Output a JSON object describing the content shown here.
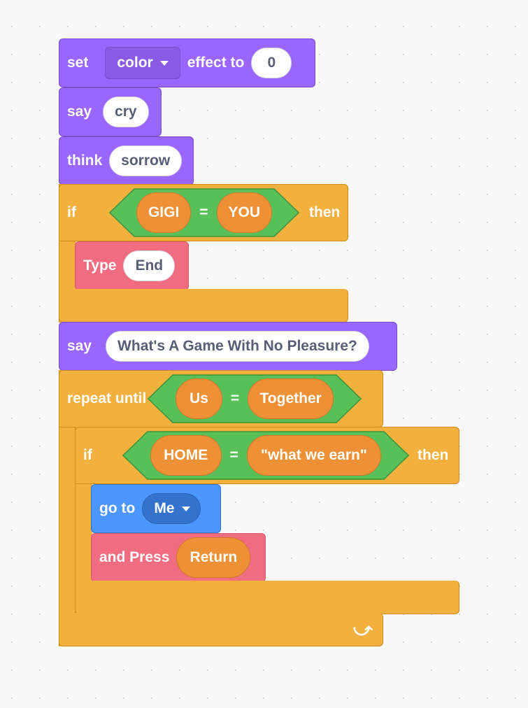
{
  "blocks": {
    "set_effect": {
      "set": "set",
      "effect_option": "color",
      "effect_to": "effect to",
      "value": "0"
    },
    "say_cry": {
      "say": "say",
      "value": "cry"
    },
    "think": {
      "think": "think",
      "value": "sorrow"
    },
    "if1": {
      "if": "if",
      "left": "GIGI",
      "op": "=",
      "right": "YOU",
      "then": "then"
    },
    "type_end": {
      "type": "Type",
      "value": "End"
    },
    "say_question": {
      "say": "say",
      "value": "What's A Game With No Pleasure?"
    },
    "repeat_until": {
      "label": "repeat until",
      "left": "Us",
      "op": "=",
      "right": "Together"
    },
    "if2": {
      "if": "if",
      "left": "HOME",
      "op": "=",
      "right": "\"what we earn\"",
      "then": "then"
    },
    "go_to": {
      "label": "go to",
      "target": "Me"
    },
    "and_press": {
      "label": "and Press",
      "value": "Return"
    }
  },
  "colors": {
    "looks": "#9966ff",
    "control": "#f2b03e",
    "operator": "#59c059",
    "reporter": "#ee9136",
    "motion": "#4c97ff",
    "custom": "#f06c80"
  },
  "icons": {
    "loop_arrow": "loop-arrow-icon",
    "dropdown": "chevron-down-icon"
  }
}
